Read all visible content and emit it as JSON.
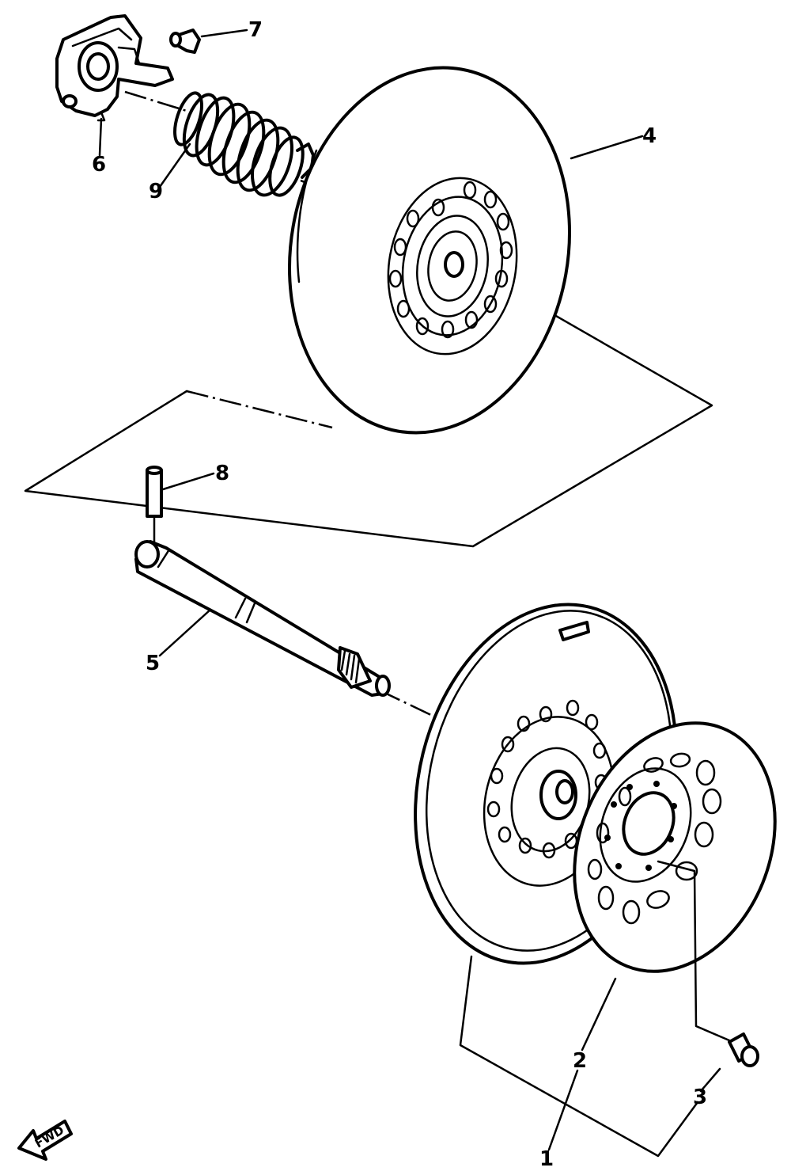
{
  "labels": {
    "l1": "1",
    "l2": "2",
    "l3": "3",
    "l4": "4",
    "l5": "5",
    "l6": "6",
    "l7": "7",
    "l8": "8",
    "l9": "9"
  },
  "fwd_text": "FWD",
  "colors": {
    "line": "#000000",
    "background": "#ffffff"
  },
  "icons": {
    "front_direction": "fwd-arrow-icon"
  }
}
